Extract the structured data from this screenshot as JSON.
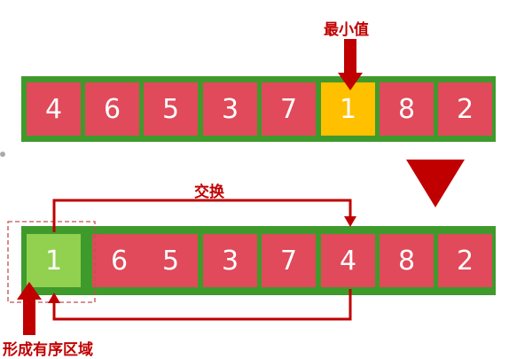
{
  "labels": {
    "min_value": "最小值",
    "swap": "交换",
    "sorted_region": "形成有序区域"
  },
  "before": {
    "cells": [
      "4",
      "6",
      "5",
      "3",
      "7",
      "1",
      "8",
      "2"
    ],
    "min_index": 5
  },
  "after": {
    "cells": [
      "1",
      "6",
      "5",
      "3",
      "7",
      "4",
      "8",
      "2"
    ],
    "sorted_index": 0,
    "swapped_index": 5
  },
  "colors": {
    "border_green": "#3f9a2c",
    "cell_red": "#e04a5a",
    "min_yellow": "#ffc000",
    "sorted_green": "#92d050",
    "arrow_darkred": "#c00000"
  }
}
